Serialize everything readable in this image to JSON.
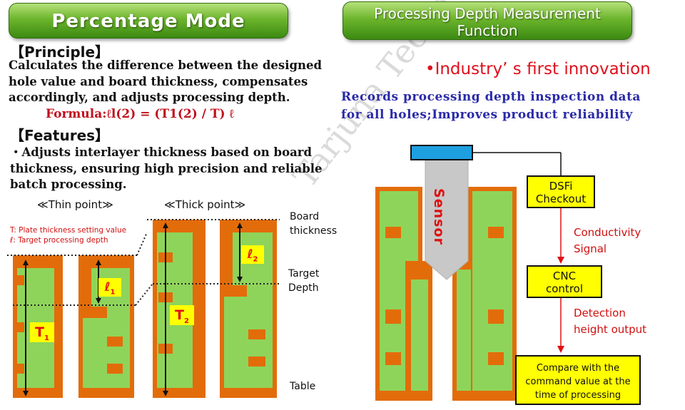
{
  "left": {
    "title": "Percentage  Mode",
    "principle_heading": "【Principle】",
    "principle_lines": [
      "Calculates the difference between the designed",
      "hole value and board thickness, compensates",
      "accordingly, and adjusts processing depth."
    ],
    "formula": "Formula:ℓl(2) = (T1(2) / T) ℓ",
    "features_heading": "【Features】",
    "features_lines": [
      "・Adjusts interlayer thickness based on board",
      "thickness, ensuring high precision and reliable",
      "batch processing."
    ],
    "thin_label": "≪Thin point≫",
    "thick_label": "≪Thick point≫",
    "legend_T": "T: Plate thickness setting value",
    "legend_l": "ℓ: Target processing depth",
    "board_thickness": [
      "Board",
      "thickness"
    ],
    "target_depth": [
      "Target",
      "Depth"
    ],
    "table": "Table",
    "tags": {
      "l1": "ℓ",
      "l1_sub": "1",
      "l2": "ℓ",
      "l2_sub": "2",
      "t1": "T",
      "t1_sub": "1",
      "t2": "T",
      "t2_sub": "2"
    }
  },
  "right": {
    "title_line1": "Processing Depth Measurement",
    "title_line2": "Function",
    "innovation": "•Industry’ s first innovation",
    "records_lines": [
      "Records processing depth inspection data",
      "for all holes;Improves product reliability"
    ],
    "sensor": "Sensor",
    "dsfi": [
      "DSFi",
      "Checkout"
    ],
    "conductivity": [
      "Conductivity",
      "Signal"
    ],
    "cnc": [
      "CNC",
      "control"
    ],
    "detection": [
      "Detection",
      "height output"
    ],
    "compare": [
      "Compare with the",
      "command value at the",
      "time of processing"
    ]
  },
  "watermark": "Tarjuna Technology",
  "colors": {
    "board_green": "#8ed45a",
    "copper_orange": "#e36c0a",
    "highlight_yellow": "#ffff00",
    "arrow_red": "#e01010",
    "sensor_blue": "#1e9fe0",
    "sensor_gray": "#c8c8c8",
    "title_green": "#5aaa28"
  }
}
